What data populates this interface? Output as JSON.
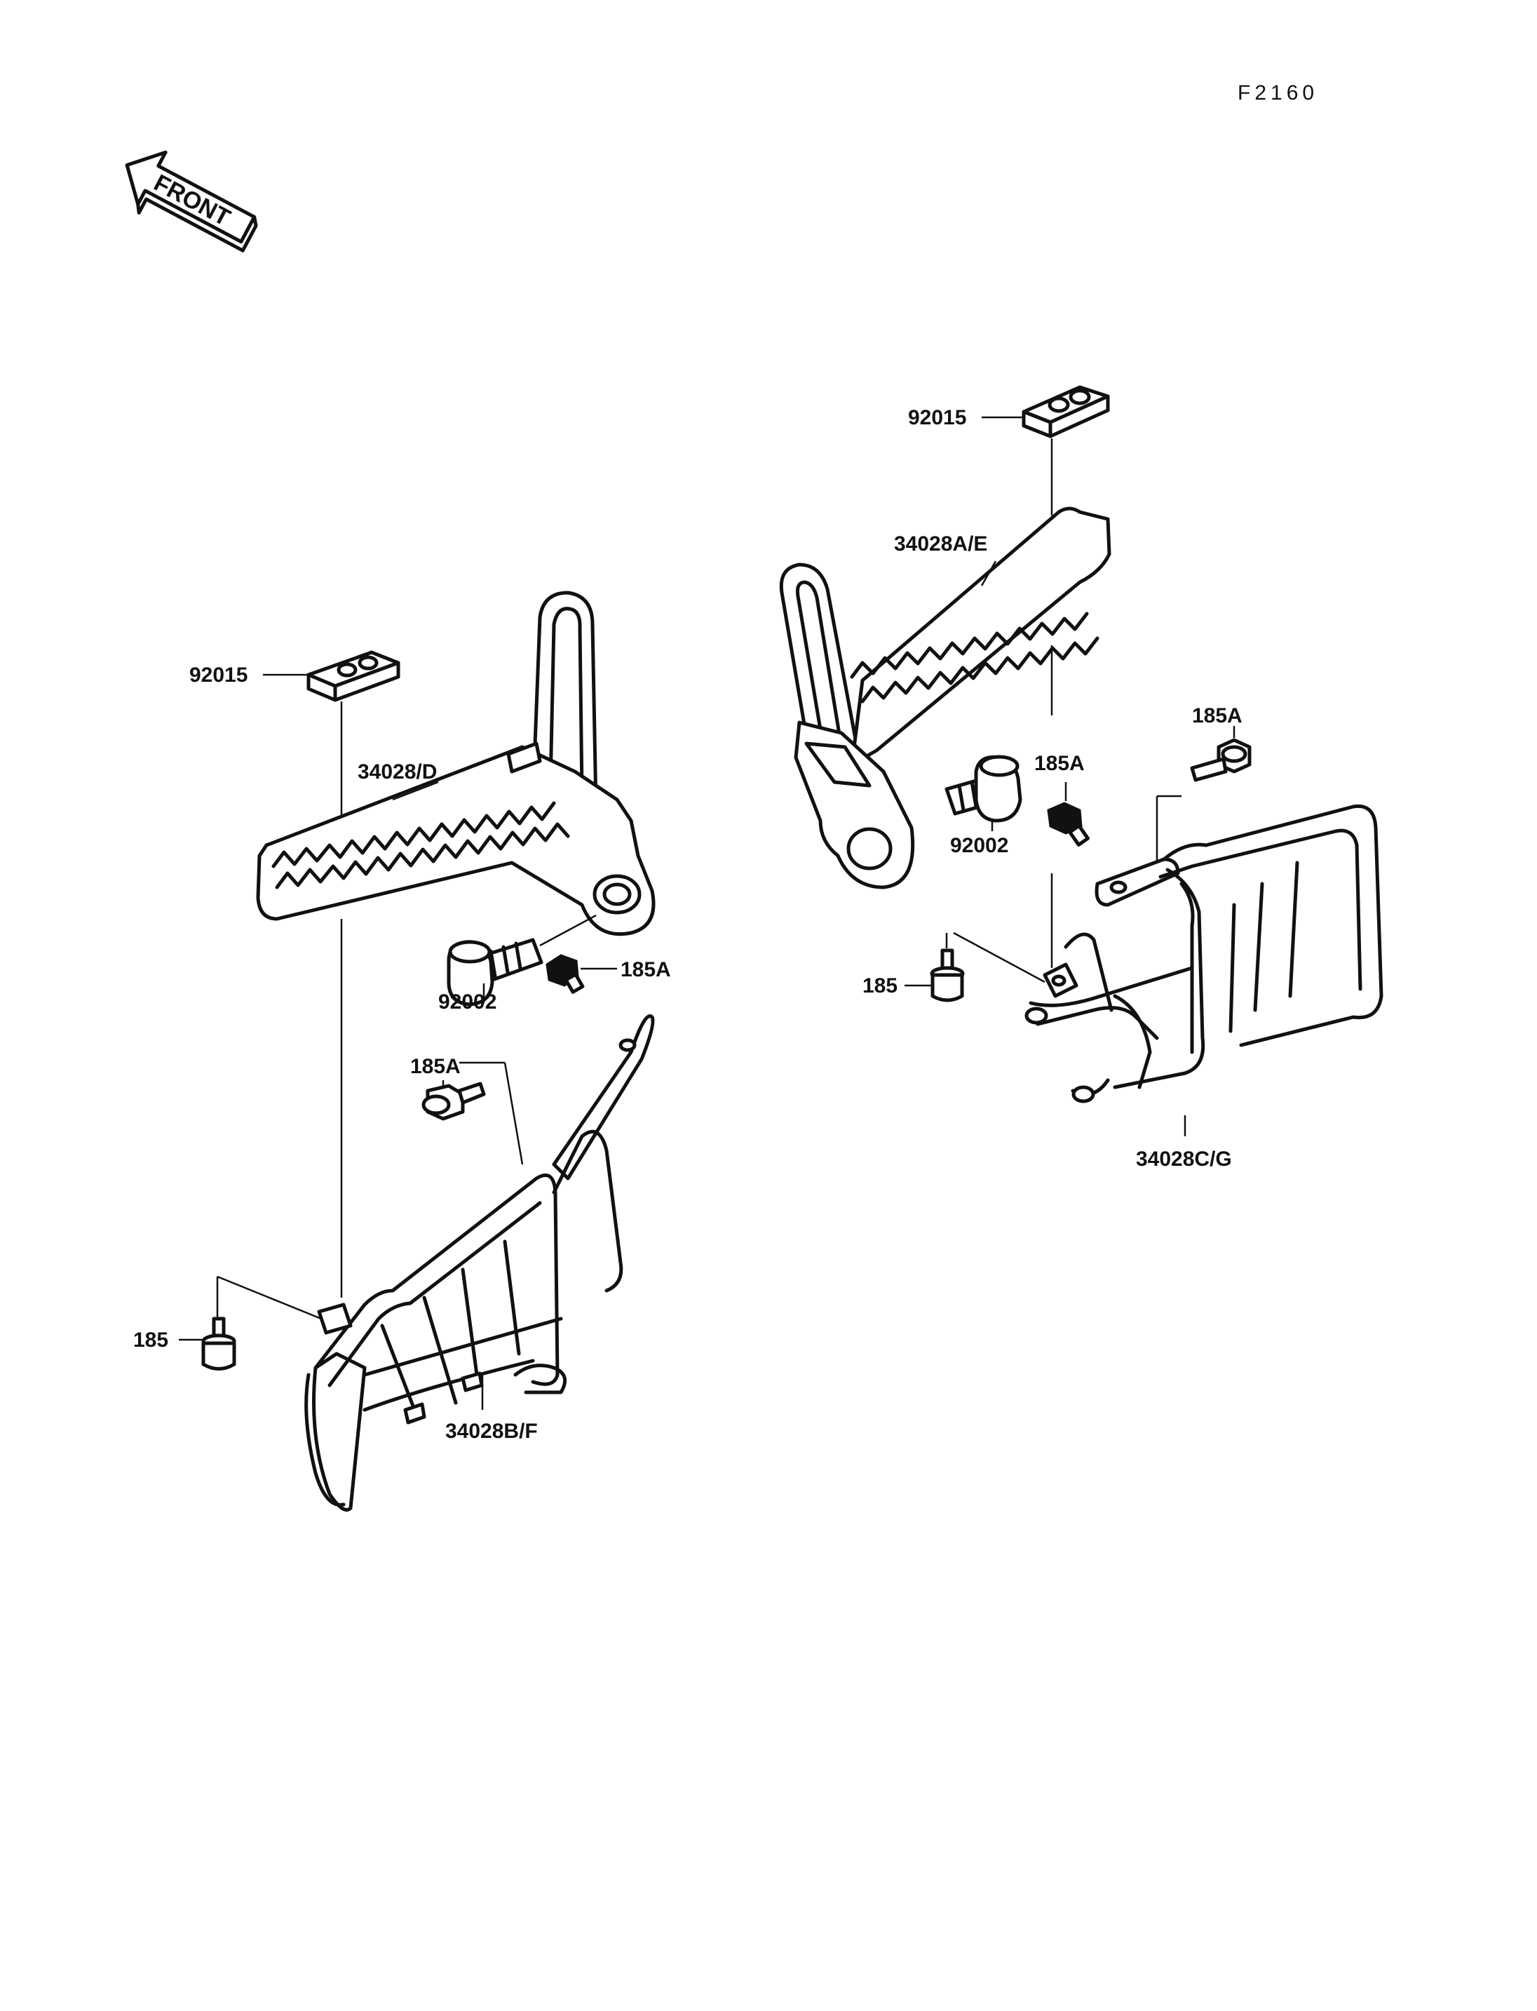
{
  "figure_code": "F2160",
  "front_arrow_text": "FRONT",
  "labels": {
    "left_92015": "92015",
    "left_34028D": "34028/D",
    "left_92002": "92002",
    "left_185A_upper": "185A",
    "left_185A_lower": "185A",
    "left_185": "185",
    "left_34028BF": "34028B/F",
    "right_92015": "92015",
    "right_34028AE": "34028A/E",
    "right_185A_upper": "185A",
    "right_185A_lower": "185A",
    "right_92002": "92002",
    "right_185": "185",
    "right_34028CG": "34028C/G"
  },
  "icons": {
    "front_arrow": "front-arrow-icon",
    "footpeg": "footpeg-icon",
    "bracket": "footpeg-bracket-icon",
    "bolt": "bolt-icon",
    "pad": "rubber-pad-icon"
  }
}
